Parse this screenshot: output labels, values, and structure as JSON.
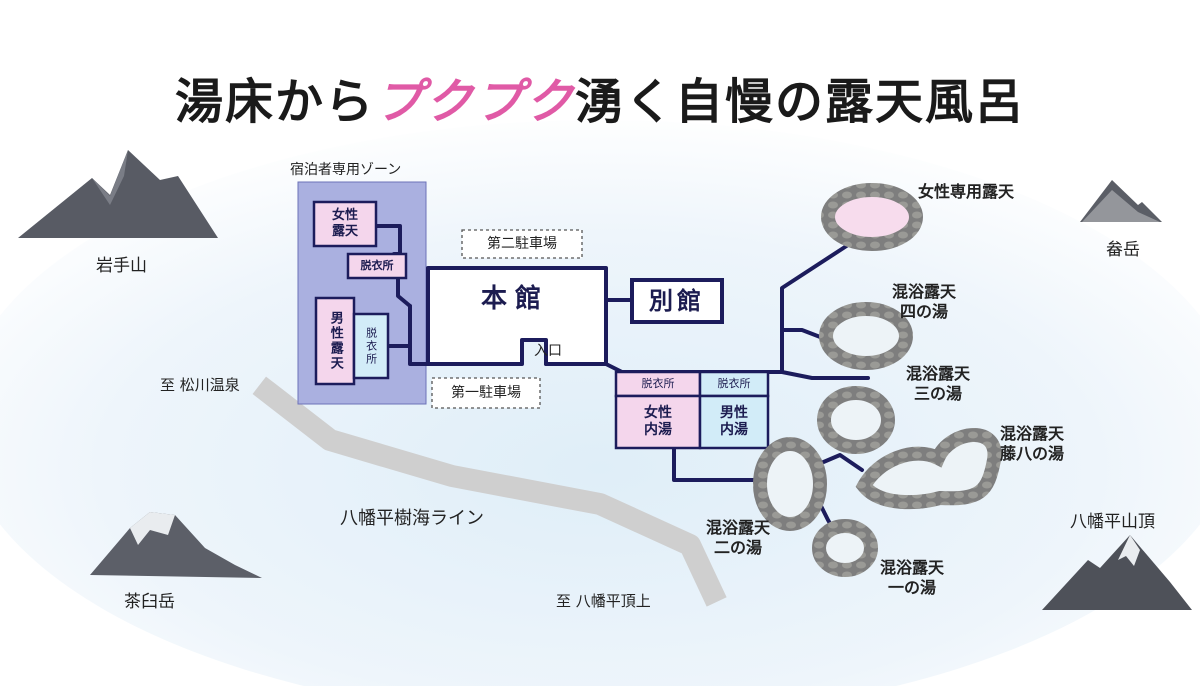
{
  "title": {
    "part1": "湯床から",
    "highlight": "プクプク",
    "part2": "湧く自慢の露天風呂"
  },
  "colors": {
    "accent": "#e05aa6",
    "line": "#1c1c5c",
    "zone": "#aab0e0",
    "pink_box": "#f4d6ec",
    "blue_box": "#d2ecf8",
    "road": "#cfcfcf"
  },
  "zone": {
    "label": "宿泊者専用ゾーン",
    "women_bath": "女性露天",
    "changing_small": "脱衣所",
    "men_bath": "男性露天",
    "men_changing": "脱衣所"
  },
  "buildings": {
    "main": "本館",
    "annex": "別館",
    "entrance": "入口",
    "parking_2": "第二駐車場",
    "parking_1": "第一駐車場"
  },
  "indoor": {
    "changing_left": "脱衣所",
    "changing_right": "脱衣所",
    "women_indoor": "女性内湯",
    "men_indoor": "男性内湯"
  },
  "outdoor_baths": {
    "women_only": "女性専用露天",
    "mixed_4": "混浴露天\n四の湯",
    "mixed_3": "混浴露天\n三の湯",
    "mixed_88": "混浴露天\n藤八の湯",
    "mixed_2": "混浴露天\n二の湯",
    "mixed_1": "混浴露天\n一の湯"
  },
  "mountains": {
    "iwate": "岩手山",
    "chausu": "茶臼岳",
    "gentake": "畚岳",
    "hachimantai": "八幡平山頂"
  },
  "roads": {
    "to_matsukawa": "至 松川温泉",
    "line": "八幡平樹海ライン",
    "to_summit": "至 八幡平頂上"
  }
}
